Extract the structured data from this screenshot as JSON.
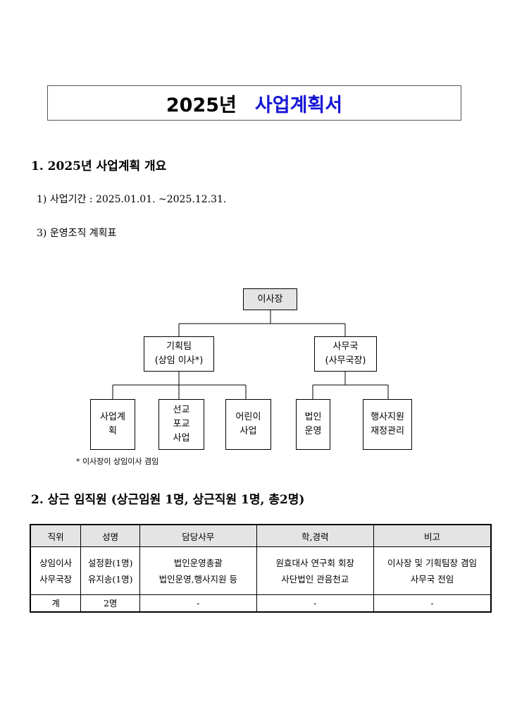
{
  "title": {
    "year": "2025년",
    "main": "사업계획서"
  },
  "section1": {
    "heading": "1. 2025년 사업계획 개요",
    "period": "1) 사업기간 : 2025.01.01. ~2025.12.31.",
    "org": "3) 운영조직 계획표"
  },
  "org_chart": {
    "root": "이사장",
    "planning": "기획팀\n(상임 이사*)",
    "office": "사무국\n(사무국장)",
    "biz": "사업계\n획",
    "mission": "선교\n포교\n사업",
    "children": "어린이\n사업",
    "corp": "법인\n운영",
    "admin": "행사지원\n재정관리",
    "note": "* 이사장이 상임이사 겸임"
  },
  "section2": {
    "heading": "2. 상근 임직원 (상근임원 1명, 상근직원 1명, 총2명)",
    "headers": [
      "직위",
      "성명",
      "담당사무",
      "학,경력",
      "비고"
    ],
    "rows": [
      [
        "상임이사\n사무국장",
        "설정환(1명)\n유지송(1명)",
        "법인운영총괄\n법인운영,행사지원 등",
        "원효대사 연구회 회장\n사단법인 관음천교",
        "이사장 및 기획팀장 겸임\n사무국 전임"
      ],
      [
        "계",
        "2명",
        "-",
        "-",
        "-"
      ]
    ]
  }
}
